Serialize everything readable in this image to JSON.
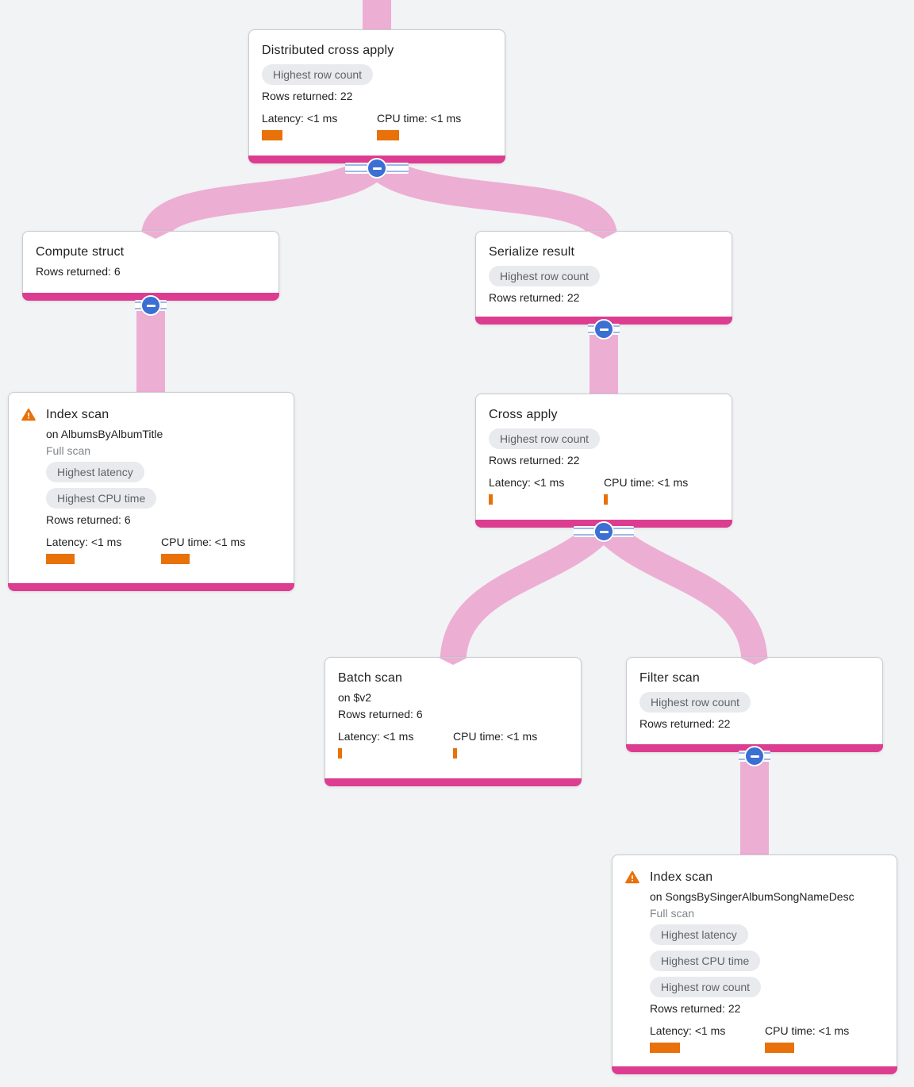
{
  "canvas": {
    "background": "#f1f3f4",
    "link_pink": "#edaed4",
    "node_bar_pink": "#dd3d90",
    "metric_bar_orange": "#e8710a",
    "collapse_button_blue": "#3b6fd3",
    "badge_gray": "#e8eaed"
  },
  "nodes": {
    "distributed_cross_apply": {
      "title": "Distributed cross apply",
      "badges": [
        "Highest row count"
      ],
      "rows_returned": "Rows returned: 22",
      "latency_label": "Latency: <1 ms",
      "cpu_label": "CPU time: <1 ms",
      "latency_bar": 26,
      "cpu_bar": 28
    },
    "compute_struct": {
      "title": "Compute struct",
      "rows_returned": "Rows returned: 6"
    },
    "serialize_result": {
      "title": "Serialize result",
      "badges": [
        "Highest row count"
      ],
      "rows_returned": "Rows returned: 22"
    },
    "index_scan_albums": {
      "title": "Index scan",
      "subtitle": "on AlbumsByAlbumTitle",
      "scan_type": "Full scan",
      "badges": [
        "Highest latency",
        "Highest CPU time"
      ],
      "rows_returned": "Rows returned: 6",
      "latency_label": "Latency: <1 ms",
      "cpu_label": "CPU time: <1 ms",
      "latency_bar": 36,
      "cpu_bar": 36
    },
    "cross_apply": {
      "title": "Cross apply",
      "badges": [
        "Highest row count"
      ],
      "rows_returned": "Rows returned: 22",
      "latency_label": "Latency: <1 ms",
      "cpu_label": "CPU time: <1 ms",
      "latency_bar": 5,
      "cpu_bar": 5
    },
    "batch_scan": {
      "title": "Batch scan",
      "subtitle": "on $v2",
      "rows_returned": "Rows returned: 6",
      "latency_label": "Latency: <1 ms",
      "cpu_label": "CPU time: <1 ms",
      "latency_bar": 5,
      "cpu_bar": 5
    },
    "filter_scan": {
      "title": "Filter scan",
      "badges": [
        "Highest row count"
      ],
      "rows_returned": "Rows returned: 22"
    },
    "index_scan_songs": {
      "title": "Index scan",
      "subtitle": "on SongsBySingerAlbumSongNameDesc",
      "scan_type": "Full scan",
      "badges": [
        "Highest latency",
        "Highest CPU time",
        "Highest row count"
      ],
      "rows_returned": "Rows returned: 22",
      "latency_label": "Latency: <1 ms",
      "cpu_label": "CPU time: <1 ms",
      "latency_bar": 38,
      "cpu_bar": 37
    }
  }
}
